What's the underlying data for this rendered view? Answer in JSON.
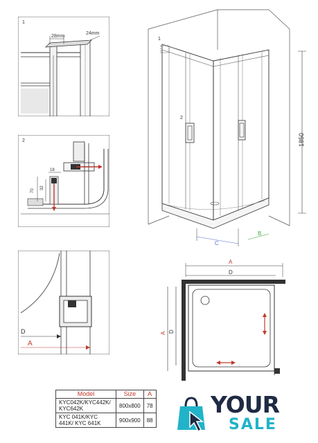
{
  "detail_1": {
    "number": "1",
    "dim_a": "28mm",
    "dim_b": "24mm"
  },
  "detail_2": {
    "number": "2",
    "dim_18": "18",
    "dim_70": "70",
    "dim_32": "32"
  },
  "detail_3": {
    "dim_d": "D",
    "dim_a": "A"
  },
  "main_view": {
    "label_1": "1",
    "label_2": "2",
    "dim_c": "C",
    "dim_b": "B",
    "height": "1850"
  },
  "top_view": {
    "dim_a_top": "A",
    "dim_d_top": "D",
    "dim_a_side": "A",
    "dim_d_side": "D"
  },
  "table": {
    "headers": [
      "Model",
      "Size",
      "A"
    ],
    "rows": [
      {
        "model": "KYC042K/KYC442K/ KYC642K",
        "size": "800x800",
        "a": "78"
      },
      {
        "model": "KYC 041K/KYC 441K/ KYC 641K",
        "size": "900x900",
        "a": "88"
      }
    ]
  },
  "logo": {
    "line1": "YOUR",
    "line2": "SALE",
    "color_dark": "#1f2a44",
    "color_accent": "#21b3c9"
  }
}
